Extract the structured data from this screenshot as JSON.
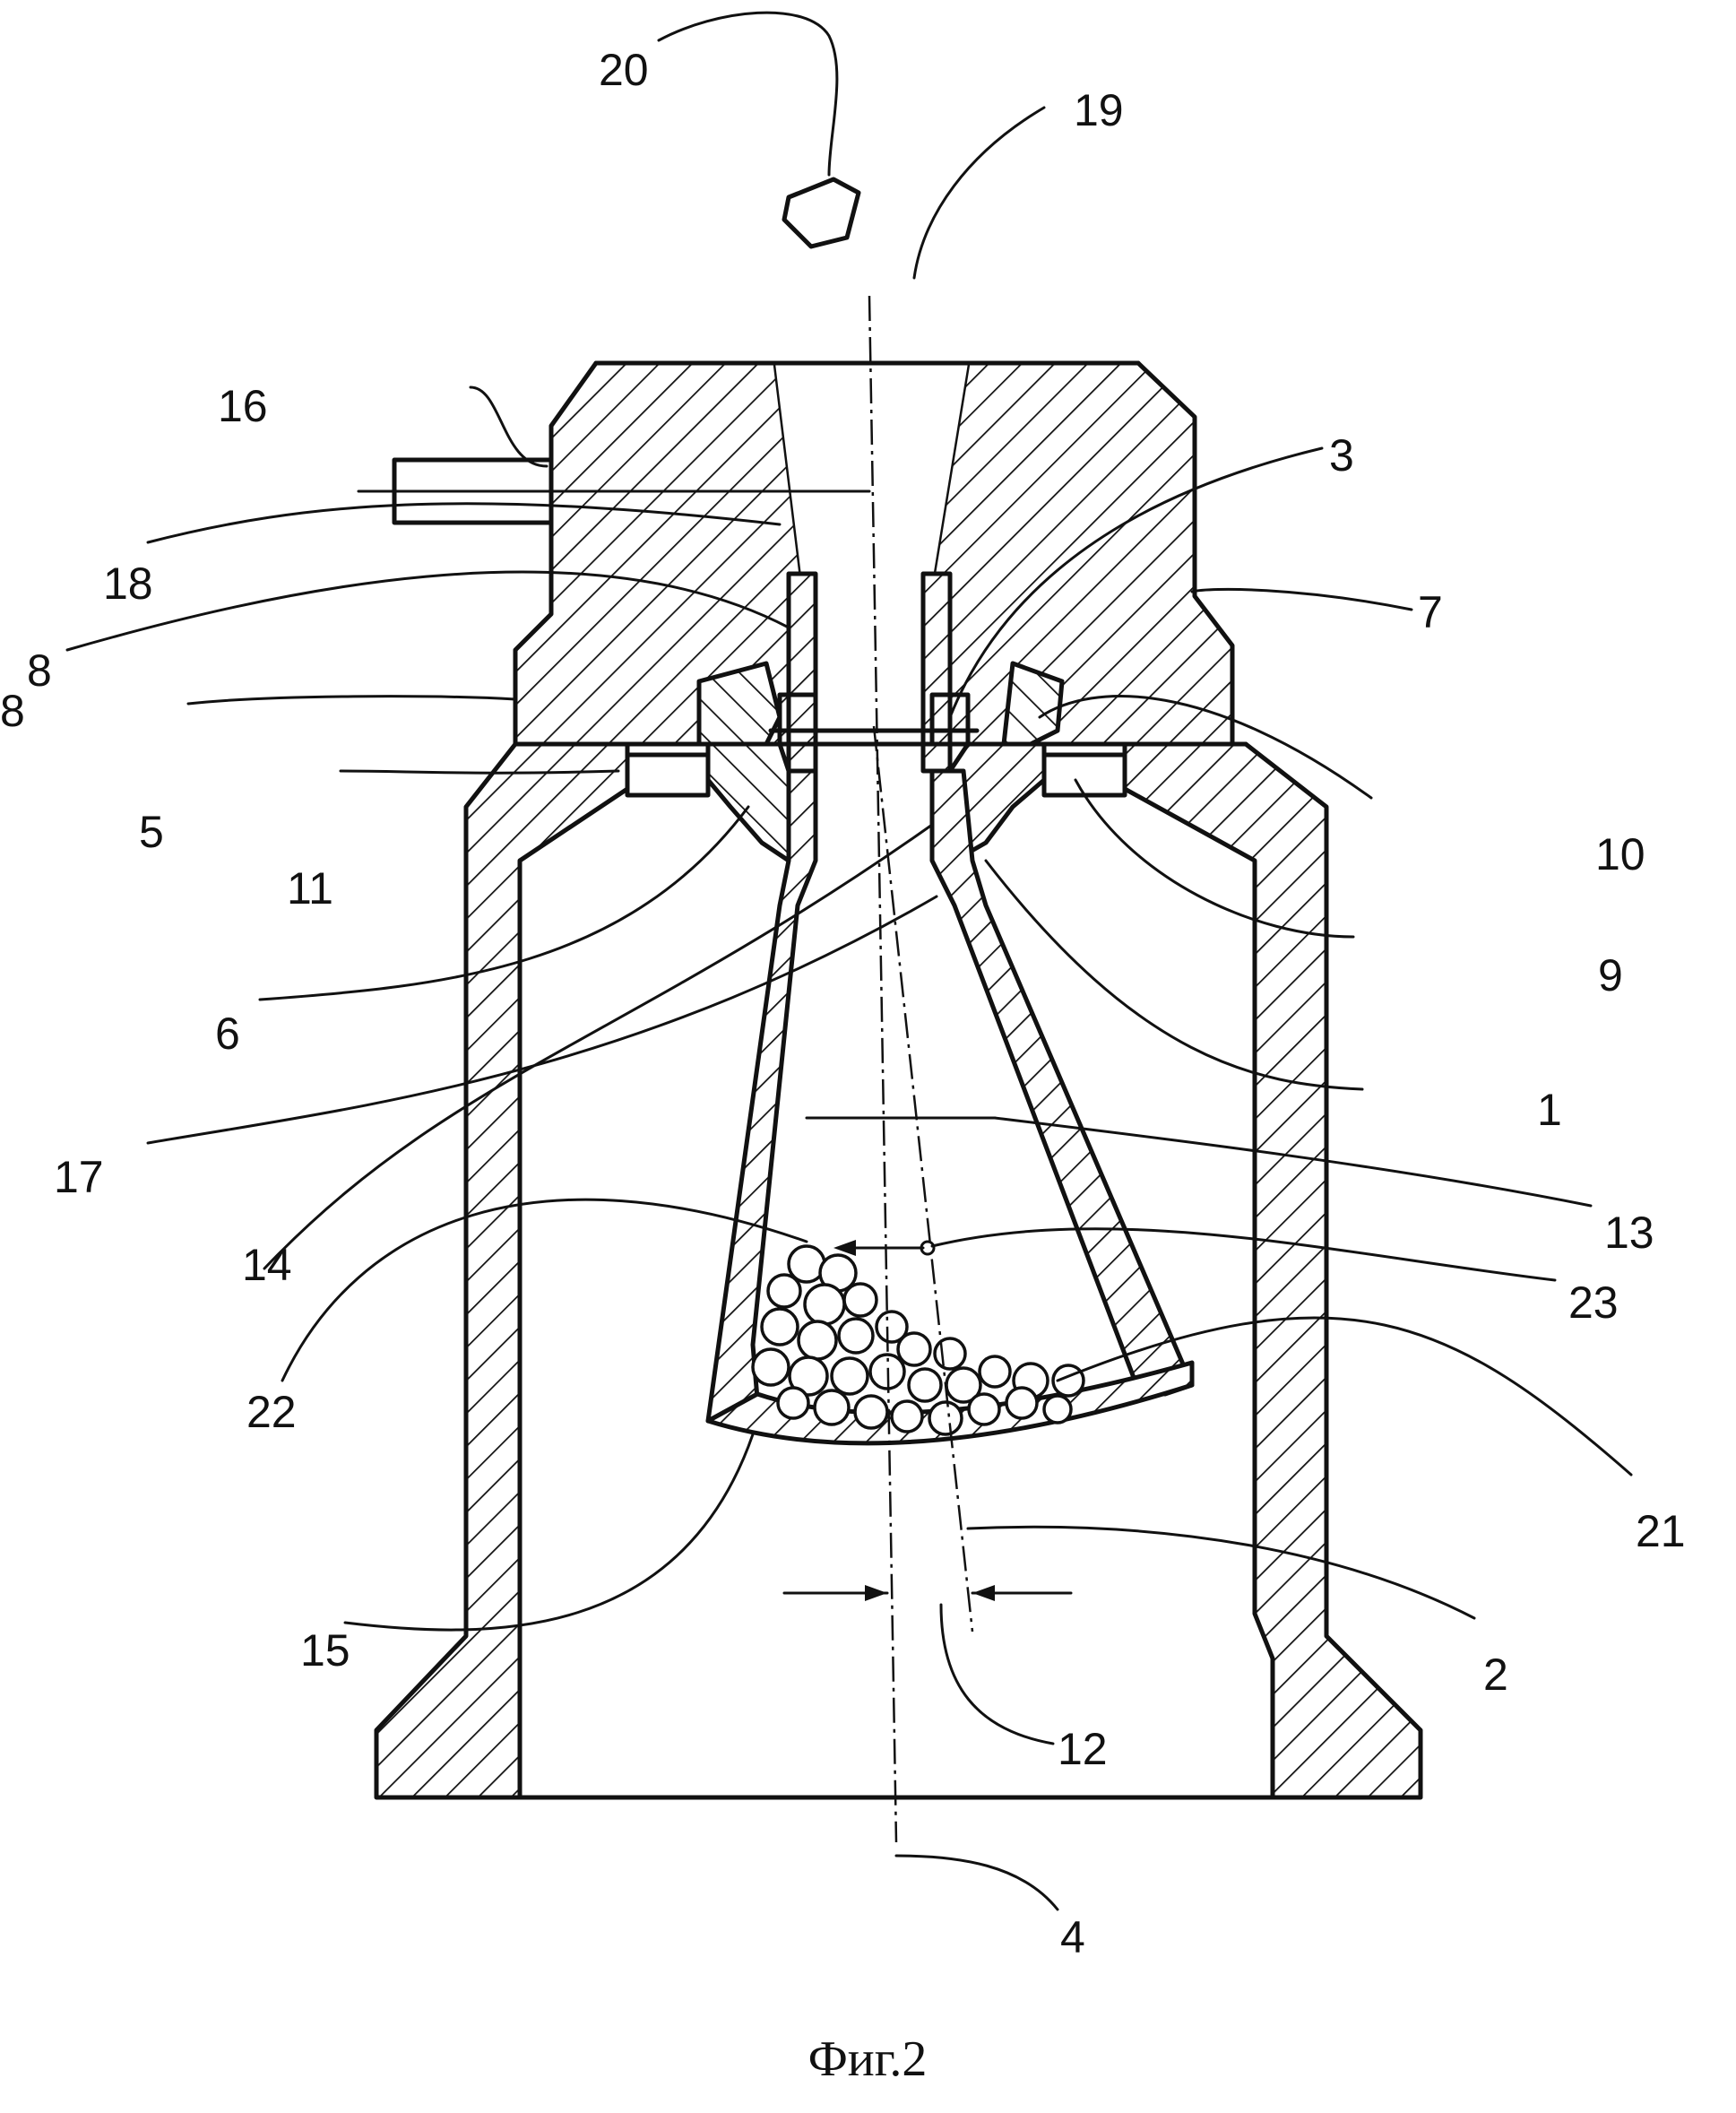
{
  "figure": {
    "caption": "Фиг.2",
    "labels": {
      "l20": "20",
      "l19": "19",
      "l16": "16",
      "l3": "3",
      "l18": "18",
      "l7": "7",
      "l8": "8",
      "l8b": "8",
      "l5": "5",
      "l10": "10",
      "l11": "11",
      "l9": "9",
      "l6": "6",
      "l1": "1",
      "l17": "17",
      "l13": "13",
      "l14": "14",
      "l23": "23",
      "l22": "22",
      "l21": "21",
      "l15": "15",
      "l2": "2",
      "l12": "12",
      "l4": "4"
    }
  }
}
